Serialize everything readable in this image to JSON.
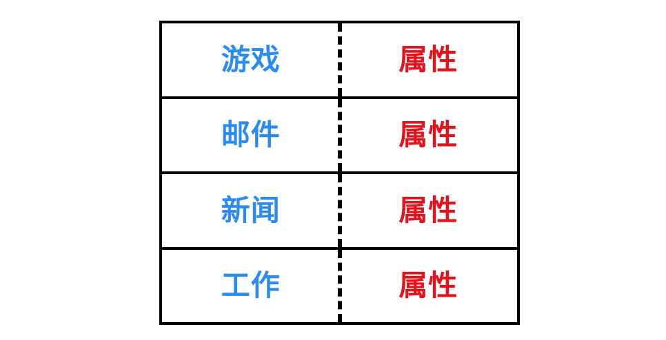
{
  "page": {
    "background_color": "#ffffff",
    "label_color": "#2b8cee",
    "value_color": "#e3121d",
    "border_color": "#000000"
  },
  "table": {
    "rows": [
      {
        "label": "游戏",
        "value": "属性"
      },
      {
        "label": "邮件",
        "value": "属性"
      },
      {
        "label": "新闻",
        "value": "属性"
      },
      {
        "label": "工作",
        "value": "属性"
      }
    ]
  }
}
